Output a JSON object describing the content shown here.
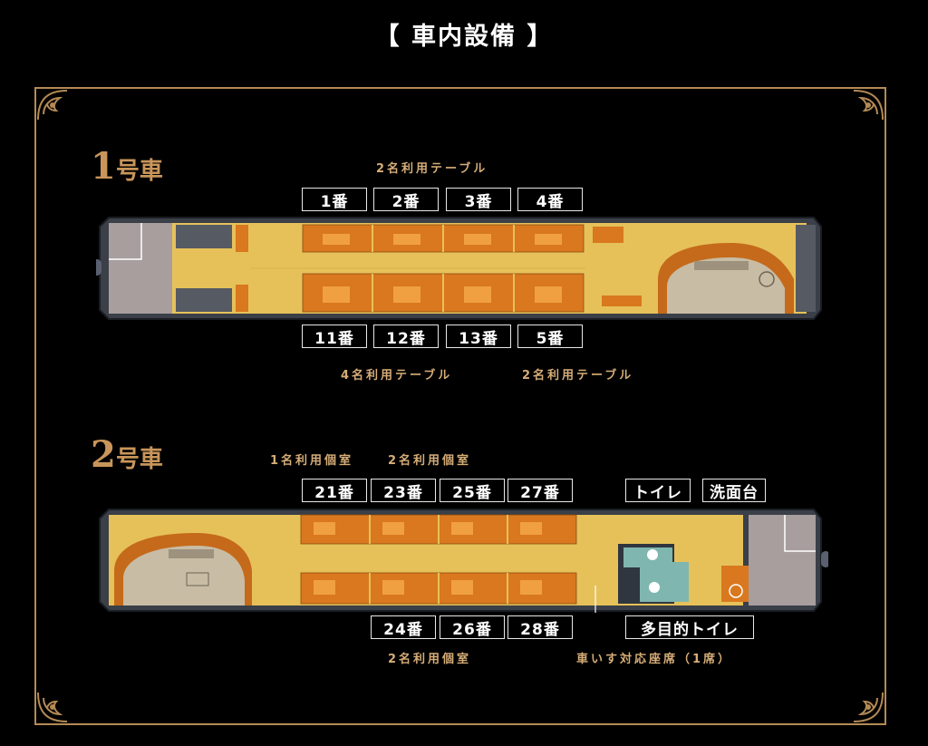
{
  "title": "【 車内設備 】",
  "car1": {
    "label_num": "1",
    "label_suffix": "号車",
    "caption_top": "2名利用テーブル",
    "caption_bottom_left": "4名利用テーブル",
    "caption_bottom_right": "2名利用テーブル",
    "seats_top": [
      "1番",
      "2番",
      "3番",
      "4番"
    ],
    "seats_bottom": [
      "11番",
      "12番",
      "13番",
      "5番"
    ]
  },
  "car2": {
    "label_num": "2",
    "label_suffix": "号車",
    "caption_top_left": "1名利用個室",
    "caption_top_right": "2名利用個室",
    "caption_bottom": "2名利用個室",
    "caption_wheelchair": "車いす対応座席（1席）",
    "rooms_top": [
      "21番",
      "23番",
      "25番",
      "27番"
    ],
    "rooms_bottom": [
      "24番",
      "26番",
      "28番"
    ],
    "toilet": "トイレ",
    "washbasin": "洗面台",
    "multi_toilet": "多目的トイレ"
  },
  "colors": {
    "frame": "#b38a55",
    "floor": "#e6c15a",
    "seat": "#d9781e",
    "caption": "#d6ad78",
    "label": "#c8955a"
  }
}
